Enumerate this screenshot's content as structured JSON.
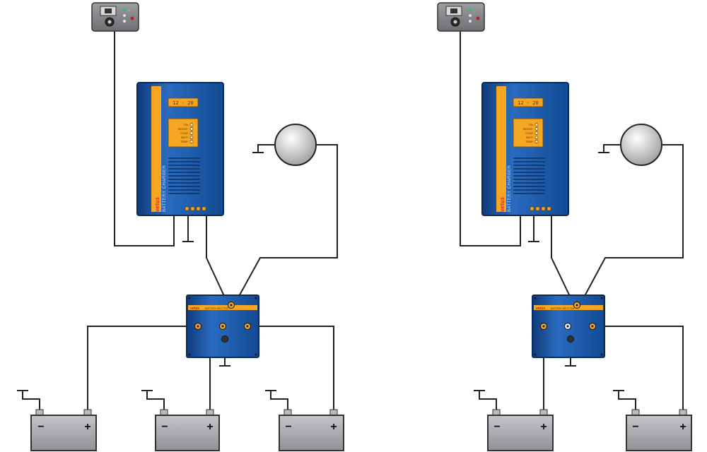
{
  "charger": {
    "display": "12 - 20",
    "leds": [
      "ON",
      "BOOST",
      "FUSE",
      "BATT",
      "TEMP"
    ],
    "brand": "vetus",
    "label": "BATTERY CHARGER"
  },
  "splitter": {
    "brand": "vetus",
    "label": "BATTERY SPLITTER"
  },
  "battery": {
    "minus": "−",
    "plus": "+"
  },
  "colors": {
    "charger_blue": "#1b5aa8",
    "charger_dark": "#0f3c7a",
    "accent_orange": "#f5a623",
    "battery_gray": "#a9abae",
    "wire": "#222222"
  },
  "icons": [
    "remote-panel-icon",
    "alternator-icon",
    "ground-icon",
    "battery-icon"
  ]
}
